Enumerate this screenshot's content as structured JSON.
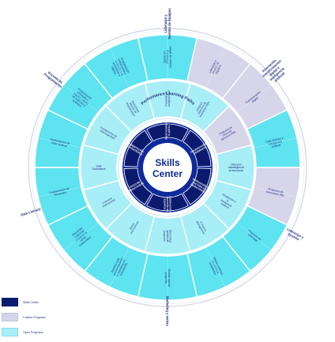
{
  "center": {
    "title_line1": "Skills",
    "title_line2": "Center"
  },
  "performance_path": "Performance Learning Paths",
  "colors": {
    "navy": "#0b1a6e",
    "skills_ring": "#0e2a9b",
    "open": "#5ee3f0",
    "open_light": "#a8eef6",
    "custom": "#d7d5ea",
    "text": "#1b2a7a"
  },
  "skills_segments": [
    "ORIENTACIÓN AL CLIENTE",
    "COMUNICACIÓN Y FEEDBACK",
    "INNOVACIÓN Y CULTURA DE RESULTADOS",
    "LIDERAZGO Y GESTIÓN DE EQUIPOS",
    "FOCO EN RESULTADOS",
    "ORIENTACIÓN ESTRATÉGICA"
  ],
  "outer_programs": [
    "Máster en Dirección y Gestión de RRHH",
    "Liderazgo y Gestión de Equipos",
    "Transformación Digital",
    "Data Science e Inteligencia Artificial",
    "Programa de Innovación 360",
    "Programa de Liderazgo",
    "Mejora continua en entornos cambiantes",
    "Gestión ágil de proyectos",
    "Analítica web, posicionamiento y marketing en buscadores",
    "Desarrollo comercial mediante la venta colaborativa",
    "Fundamentos de Tecnología",
    "Fundamentos de Data Science",
    "Programación orientada a objetos, diseño de sistemas y patrones",
    "Programación estructurada y evolución a la orientación a objetos"
  ],
  "inner_programs": [
    "Dirección Ejecutiva de Empresas MBA",
    "Programa de Dirección Ejecutiva PMD",
    "Dirección estratégica de la innovación",
    "Introducción a la Inteligencia Artificial",
    "IT Project Management",
    "Dirección y gestión de proyectos",
    "Banca Internacional",
    "Comercio internacional",
    "Data Governance",
    "Fundamentos de Ciberseguridad",
    "Estructuras básicas de Programación",
    "Pensamiento computacional"
  ],
  "region_labels": [
    "Liderazgo y Gestión de Equipos",
    "Innovación, transformación digital e inteligencia artificial",
    "Liderazgo y Gestión",
    "Marketing y ventas",
    "Data Literacy",
    "Escuela de Programación"
  ],
  "legend": [
    {
      "label": "Skills Center",
      "color": "#0b1a6e"
    },
    {
      "label": "Custom Programs",
      "color": "#d7d5ea"
    },
    {
      "label": "Open Programs",
      "color": "#a8eef6"
    }
  ]
}
